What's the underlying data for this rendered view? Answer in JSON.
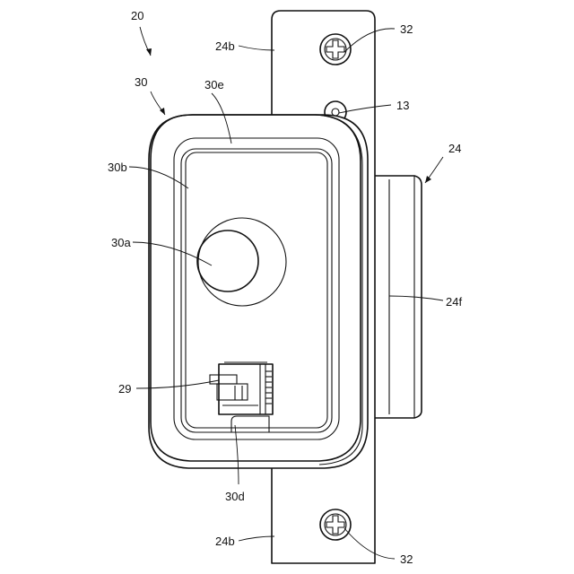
{
  "figure": {
    "labels": {
      "assembly": "20",
      "unit": "30",
      "surface_e": "30e",
      "body_b": "30b",
      "lens": "30a",
      "connector": "29",
      "notch": "30d",
      "bracket": "24",
      "bracket_flange_top": "24b",
      "bracket_flange_bottom": "24b",
      "bracket_side": "24f",
      "screw_top": "32",
      "screw_bottom": "32",
      "pin": "13"
    }
  },
  "colors": {
    "line": "#111111",
    "background": "#ffffff"
  }
}
